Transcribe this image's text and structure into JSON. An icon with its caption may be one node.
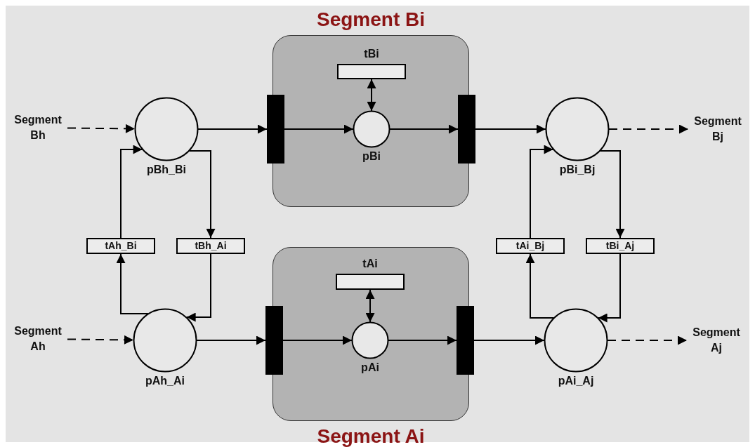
{
  "diagram": {
    "nodes": [
      {
        "text": [
          "Segment Bi"
        ]
      },
      {
        "text": [
          "tBi"
        ],
        "in": 0
      },
      {
        "text": [
          "pBi"
        ],
        "in": 0
      },
      {
        "text": [],
        "shape": "bar"
      },
      {
        "text": [],
        "shape": "bar"
      },
      {
        "text": [
          "Segment Ai"
        ]
      },
      {
        "text": [
          "tAi"
        ],
        "in": 5
      },
      {
        "text": [
          "pAi"
        ],
        "in": 5
      },
      {
        "text": [],
        "shape": "bar"
      },
      {
        "text": [],
        "shape": "bar"
      },
      {
        "text": [
          "pBh_Bi"
        ]
      },
      {
        "text": [
          "pAh_Ai"
        ]
      },
      {
        "text": [
          "pBi_Bj"
        ]
      },
      {
        "text": [
          "pAi_Aj"
        ]
      },
      {
        "text": [
          "tAh_Bi"
        ]
      },
      {
        "text": [
          "tBh_Ai"
        ]
      },
      {
        "text": [
          "tAi_Bj"
        ]
      },
      {
        "text": [
          "tBi_Aj"
        ]
      },
      {
        "text": [
          "Segment Bh"
        ]
      },
      {
        "text": [
          "Segment Ah"
        ]
      },
      {
        "text": [
          "Segment Bj"
        ]
      },
      {
        "text": [
          "Segment Aj"
        ]
      }
    ],
    "edges": [
      {
        "from": 18,
        "to": 10,
        "arrow": "to",
        "style": "dashed"
      },
      {
        "from": 10,
        "to": 3,
        "arrow": "to"
      },
      {
        "from": 3,
        "to": 2,
        "arrow": "to"
      },
      {
        "from": 1,
        "to": 2,
        "arrow": "both"
      },
      {
        "from": 2,
        "to": 4,
        "arrow": "to"
      },
      {
        "from": 4,
        "to": 12,
        "arrow": "to"
      },
      {
        "from": 12,
        "to": 20,
        "arrow": "to",
        "style": "dashed"
      },
      {
        "from": 19,
        "to": 11,
        "arrow": "to",
        "style": "dashed"
      },
      {
        "from": 11,
        "to": 8,
        "arrow": "to"
      },
      {
        "from": 8,
        "to": 7,
        "arrow": "to"
      },
      {
        "from": 6,
        "to": 7,
        "arrow": "both"
      },
      {
        "from": 7,
        "to": 9,
        "arrow": "to"
      },
      {
        "from": 9,
        "to": 13,
        "arrow": "to"
      },
      {
        "from": 13,
        "to": 21,
        "arrow": "to",
        "style": "dashed"
      },
      {
        "from": 11,
        "to": 14,
        "arrow": "to"
      },
      {
        "from": 14,
        "to": 10,
        "arrow": "to"
      },
      {
        "from": 10,
        "to": 15,
        "arrow": "to"
      },
      {
        "from": 15,
        "to": 11,
        "arrow": "to"
      },
      {
        "from": 13,
        "to": 16,
        "arrow": "to"
      },
      {
        "from": 16,
        "to": 12,
        "arrow": "to"
      },
      {
        "from": 12,
        "to": 17,
        "arrow": "to"
      },
      {
        "from": 17,
        "to": 13,
        "arrow": "to"
      }
    ]
  }
}
